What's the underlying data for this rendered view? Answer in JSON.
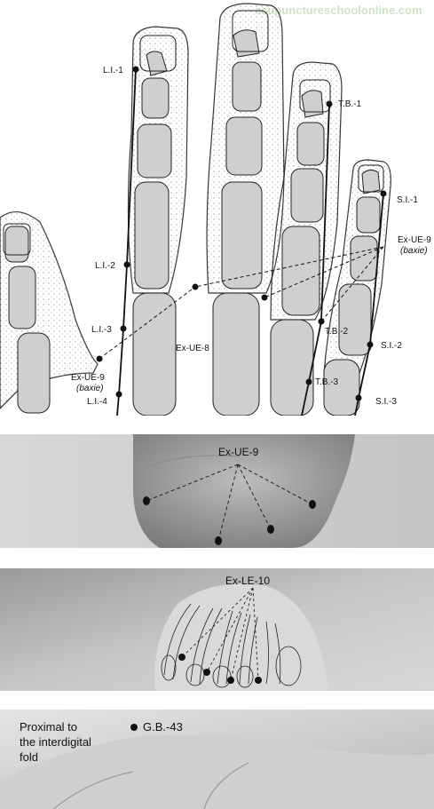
{
  "watermark": "acupunctureschoolonline.com",
  "hand_diagram": {
    "points": {
      "li1": "L.I.-1",
      "li2": "L.I.-2",
      "li3": "L.I.-3",
      "li4": "L.I.-4",
      "exue9_left": "Ex-UE-9",
      "baxie_left": "(baxie)",
      "exue8": "Ex-UE-8",
      "tb1": "T.B.-1",
      "tb2": "T.B.-2",
      "tb3": "T.B.-3",
      "si1": "S.I.-1",
      "si2": "S.I.-2",
      "si3": "S.I.-3",
      "exue9_right": "Ex-UE-9",
      "baxie_right": "(baxie)"
    }
  },
  "hand_photo": {
    "label": "Ex-UE-9"
  },
  "foot_photo": {
    "label": "Ex-LE-10"
  },
  "toe_photo": {
    "note_line1": "Proximal to",
    "note_line2": "the interdigital",
    "note_line3": "fold",
    "point": "G.B.-43"
  },
  "colors": {
    "bone_fill": "#cfcfcf",
    "outline": "#222222",
    "photo_light": "#cfcfcf",
    "photo_dark": "#6f6f6f",
    "watermark": "#cfe3c8"
  }
}
